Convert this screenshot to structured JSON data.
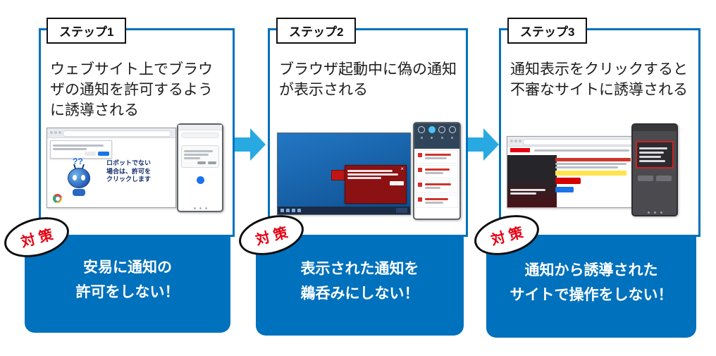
{
  "steps": [
    {
      "label": "ステップ1",
      "description": "ウェブサイト上でブラウザの通知を許可するように誘導される",
      "badge": "対策",
      "countermeasure": {
        "line1": "安易に通知の",
        "line2": "許可をしない！"
      },
      "screens": {
        "robot_marks": "??",
        "robot_text": "ロボットでない場合は、許可をクリックします"
      }
    },
    {
      "label": "ステップ2",
      "description": "ブラウザ起動中に偽の通知が表示される",
      "badge": "対策",
      "countermeasure": {
        "line1": "表示された通知を",
        "line2": "鵜呑みにしない！"
      },
      "screens": {
        "toast_close": "×"
      }
    },
    {
      "label": "ステップ3",
      "description": "通知表示をクリックすると不審なサイトに誘導される",
      "badge": "対策",
      "countermeasure": {
        "line1": "通知から誘導された",
        "line2": "サイトで操作をしない！"
      }
    }
  ],
  "colors": {
    "primary_blue": "#0071bc",
    "arrow_blue": "#29a9e1",
    "badge_red": "#e60012"
  }
}
